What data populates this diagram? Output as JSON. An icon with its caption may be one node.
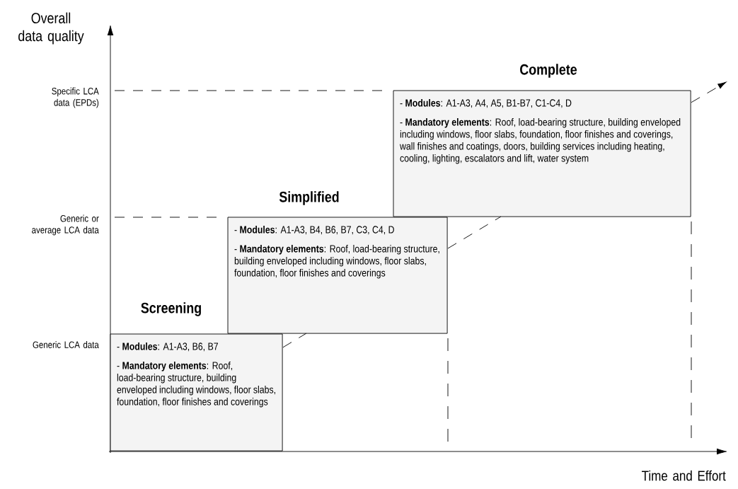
{
  "diagram": {
    "nodes": [
      {
        "text": [
          "Screening",
          "- **Modules**: A1-A3, B6, B7",
          "- **Mandatory elements**: Roof, load-bearing structure, building enveloped including windows, floor slabs, foundation, floor finishes and coverings"
        ]
      },
      {
        "text": [
          "Simplified",
          "- **Modules**: A1-A3, B4, B6, B7, C3, C4, D",
          "- **Mandatory elements**: Roof, load-bearing structure, building enveloped including windows, floor slabs, foundation, floor finishes and coverings"
        ]
      },
      {
        "text": [
          "Complete",
          "- **Modules**: A1-A3, A4, A5, B1-B7, C1-C4, D",
          "- **Mandatory elements**: Roof, load-bearing structure, building enveloped including windows, floor slabs, foundation, floor finishes and coverings, wall finishes and coatings, doors, building services including heating, cooling, lighting, escalators and lift, water system"
        ]
      }
    ],
    "edges": [
      {
        "from": 0,
        "to": 1,
        "arrow": "none",
        "style": "dashed"
      },
      {
        "from": 1,
        "to": 2,
        "arrow": "none",
        "style": "dashed"
      },
      {
        "from": 2,
        "to": null,
        "arrow": "to",
        "style": "dashed"
      }
    ],
    "labels": [
      "Overall data quality",
      "Specific LCA data (EPDs)",
      "Generic or average LCA data",
      "Generic LCA data",
      "Time and Effort"
    ]
  }
}
